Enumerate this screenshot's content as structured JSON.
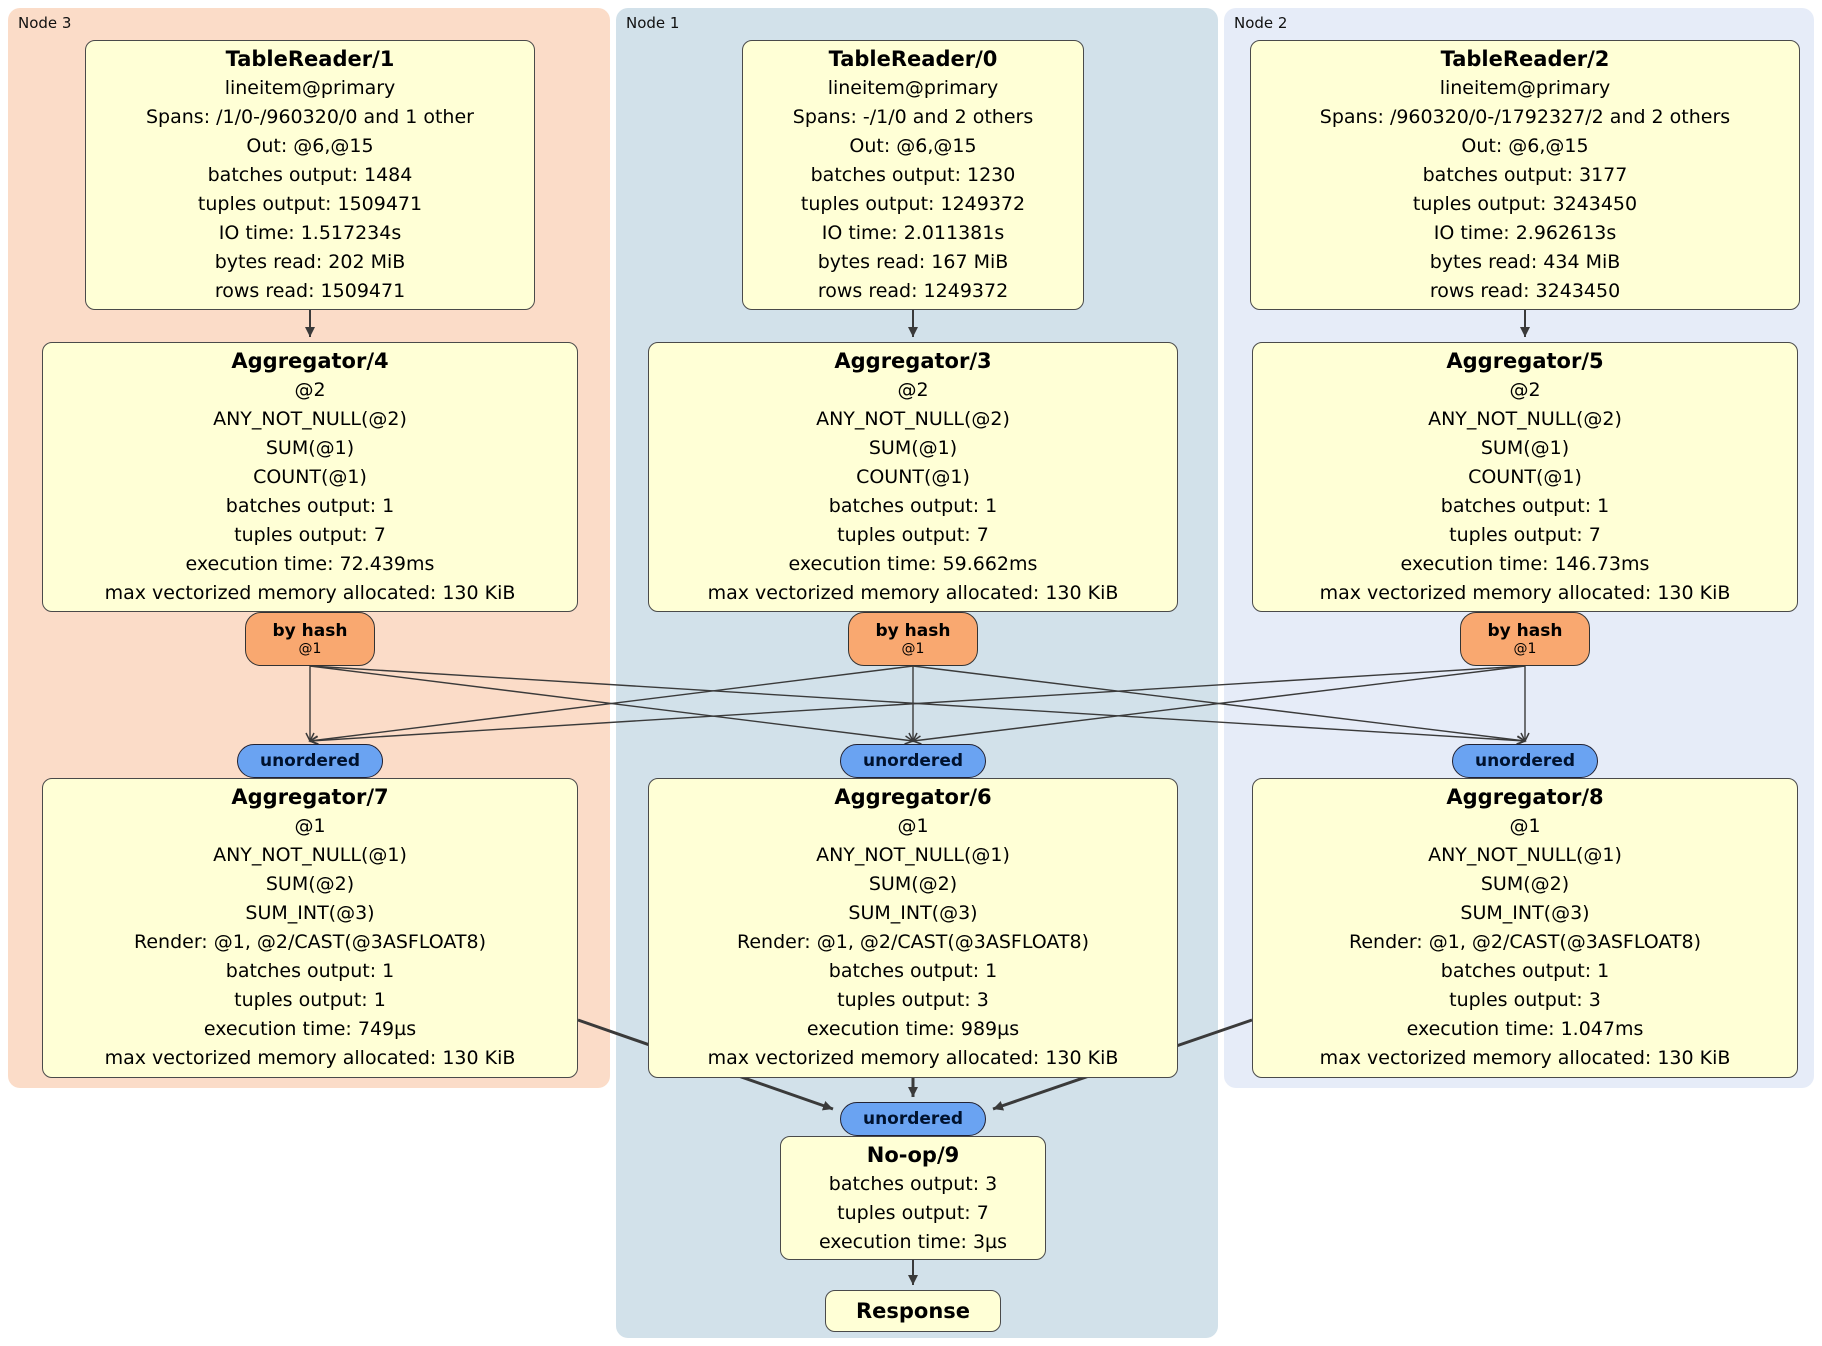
{
  "colors": {
    "panel-node3": "#fbdcc8",
    "panel-node1": "#d2e1ea",
    "panel-node2": "#e6ecf8",
    "box-bg": "#ffffd6",
    "box-border": "#4a4a4a",
    "router-bg": "#f9a870",
    "sync-bg": "#6aa3f2",
    "edge": "#3a3a3a"
  },
  "panels": {
    "node3": {
      "label": "Node 3"
    },
    "node1": {
      "label": "Node 1"
    },
    "node2": {
      "label": "Node 2"
    }
  },
  "routers": {
    "by_hash": {
      "label": "by hash",
      "sub": "@1"
    }
  },
  "sync": {
    "unordered": {
      "label": "unordered"
    }
  },
  "boxes": {
    "tr1": {
      "title": "TableReader/1",
      "lines": [
        "lineitem@primary",
        "Spans: /1/0-/960320/0 and 1 other",
        "Out: @6,@15",
        "batches output: 1484",
        "tuples output: 1509471",
        "IO time: 1.517234s",
        "bytes read: 202 MiB",
        "rows read: 1509471"
      ]
    },
    "tr0": {
      "title": "TableReader/0",
      "lines": [
        "lineitem@primary",
        "Spans: -/1/0 and 2 others",
        "Out: @6,@15",
        "batches output: 1230",
        "tuples output: 1249372",
        "IO time: 2.011381s",
        "bytes read: 167 MiB",
        "rows read: 1249372"
      ]
    },
    "tr2": {
      "title": "TableReader/2",
      "lines": [
        "lineitem@primary",
        "Spans: /960320/0-/1792327/2 and 2 others",
        "Out: @6,@15",
        "batches output: 3177",
        "tuples output: 3243450",
        "IO time: 2.962613s",
        "bytes read: 434 MiB",
        "rows read: 3243450"
      ]
    },
    "agg4": {
      "title": "Aggregator/4",
      "lines": [
        "@2",
        "ANY_NOT_NULL(@2)",
        "SUM(@1)",
        "COUNT(@1)",
        "batches output: 1",
        "tuples output: 7",
        "execution time: 72.439ms",
        "max vectorized memory allocated: 130 KiB"
      ]
    },
    "agg3": {
      "title": "Aggregator/3",
      "lines": [
        "@2",
        "ANY_NOT_NULL(@2)",
        "SUM(@1)",
        "COUNT(@1)",
        "batches output: 1",
        "tuples output: 7",
        "execution time: 59.662ms",
        "max vectorized memory allocated: 130 KiB"
      ]
    },
    "agg5": {
      "title": "Aggregator/5",
      "lines": [
        "@2",
        "ANY_NOT_NULL(@2)",
        "SUM(@1)",
        "COUNT(@1)",
        "batches output: 1",
        "tuples output: 7",
        "execution time: 146.73ms",
        "max vectorized memory allocated: 130 KiB"
      ]
    },
    "agg7": {
      "title": "Aggregator/7",
      "lines": [
        "@1",
        "ANY_NOT_NULL(@1)",
        "SUM(@2)",
        "SUM_INT(@3)",
        "Render: @1, @2/CAST(@3ASFLOAT8)",
        "batches output: 1",
        "tuples output: 1",
        "execution time: 749µs",
        "max vectorized memory allocated: 130 KiB"
      ]
    },
    "agg6": {
      "title": "Aggregator/6",
      "lines": [
        "@1",
        "ANY_NOT_NULL(@1)",
        "SUM(@2)",
        "SUM_INT(@3)",
        "Render: @1, @2/CAST(@3ASFLOAT8)",
        "batches output: 1",
        "tuples output: 3",
        "execution time: 989µs",
        "max vectorized memory allocated: 130 KiB"
      ]
    },
    "agg8": {
      "title": "Aggregator/8",
      "lines": [
        "@1",
        "ANY_NOT_NULL(@1)",
        "SUM(@2)",
        "SUM_INT(@3)",
        "Render: @1, @2/CAST(@3ASFLOAT8)",
        "batches output: 1",
        "tuples output: 3",
        "execution time: 1.047ms",
        "max vectorized memory allocated: 130 KiB"
      ]
    },
    "noop9": {
      "title": "No-op/9",
      "lines": [
        "batches output: 3",
        "tuples output: 7",
        "execution time: 3µs"
      ]
    },
    "response": {
      "title": "Response",
      "lines": []
    }
  }
}
